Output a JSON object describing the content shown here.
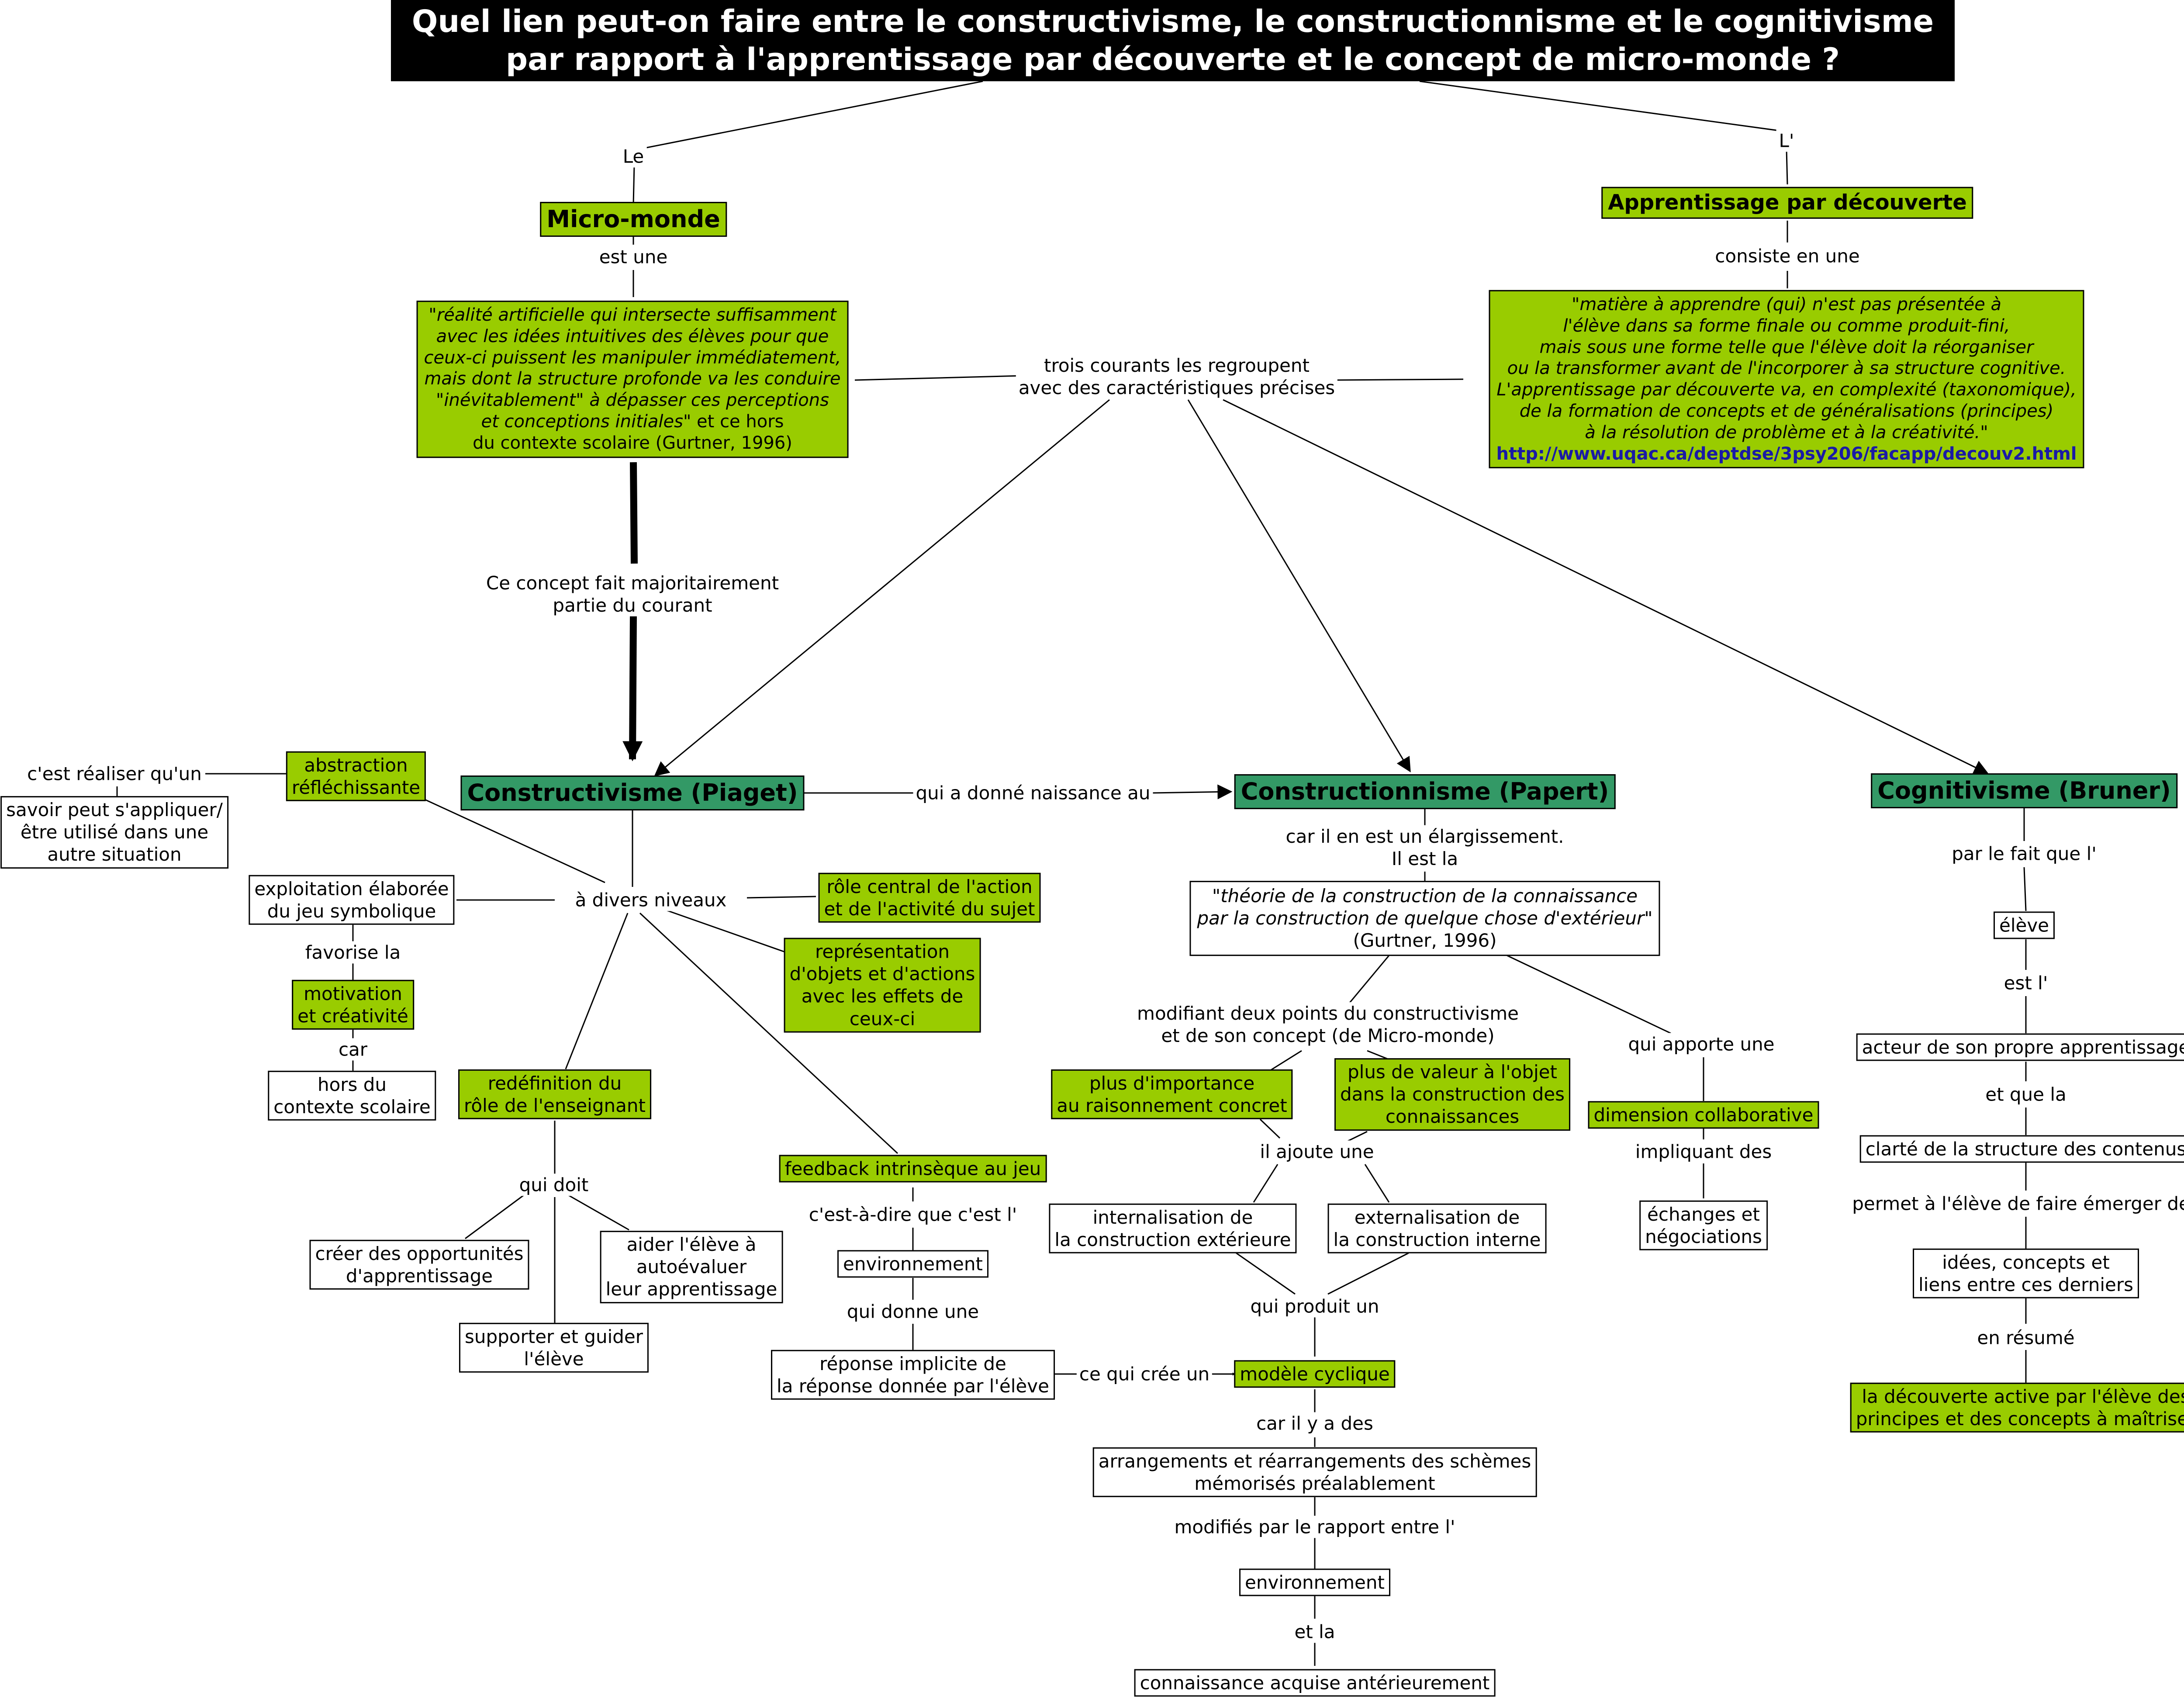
{
  "title": {
    "line1": "Quel lien peut-on faire entre le constructivisme, le constructionnisme et le cognitivisme",
    "line2": "par rapport à l'apprentissage par découverte et le concept de micro-monde ?"
  },
  "colors": {
    "title_bg": "#000000",
    "green": "#99cc00",
    "teal": "#339966",
    "white": "#ffffff",
    "url": "#1a1aa6"
  },
  "nodes": {
    "micro_monde": "Micro-monde",
    "apprentissage": "Apprentissage par découverte",
    "mm_def": {
      "l1": "\"réalité artificielle qui intersecte suffisamment",
      "l2": "avec les idées intuitives des élèves pour que",
      "l3": "ceux-ci puissent les manipuler immédiatement,",
      "l4": "mais dont la structure profonde va les conduire",
      "l5": "\"inévitablement\" à dépasser ces perceptions",
      "l6a": "et conceptions initiales\"",
      "l6b": " et ce hors",
      "l7": "du contexte scolaire (Gurtner, 1996)"
    },
    "app_def": {
      "l1": "\"matière à apprendre (qui) n'est pas présentée à",
      "l2": "l'élève dans sa forme finale ou comme produit-fini,",
      "l3": "mais sous une forme telle que l'élève doit la réorganiser",
      "l4": "ou la transformer avant de l'incorporer à sa structure cognitive.",
      "l5": "L'apprentissage par découverte va, en complexité (taxonomique),",
      "l6": "de la formation de concepts et de généralisations (principes)",
      "l7": "à la résolution de problème et à la créativité.\"",
      "url": "http://www.uqac.ca/deptdse/3psy206/facapp/decouv2.html"
    },
    "constructivisme": "Constructivisme (Piaget)",
    "constructionnisme": "Constructionnisme (Papert)",
    "cognitivisme": "Cognitivisme (Bruner)",
    "abstraction": {
      "l1": "abstraction",
      "l2": "réfléchissante"
    },
    "savoir": {
      "l1": "savoir peut s'appliquer/",
      "l2": "être utilisé dans une",
      "l3": "autre situation"
    },
    "exploitation": {
      "l1": "exploitation élaborée",
      "l2": "du jeu symbolique"
    },
    "motivation": {
      "l1": "motivation",
      "l2": "et créativité"
    },
    "hors_contexte": {
      "l1": "hors du",
      "l2": "contexte scolaire"
    },
    "role_central": {
      "l1": "rôle central de l'action",
      "l2": "et de l'activité du sujet"
    },
    "representation": {
      "l1": "représentation",
      "l2": "d'objets et d'actions",
      "l3": "avec les effets de",
      "l4": "ceux-ci"
    },
    "redefinition": {
      "l1": "redéfinition du",
      "l2": "rôle de l'enseignant"
    },
    "creer": {
      "l1": "créer des opportunités",
      "l2": "d'apprentissage"
    },
    "aider": {
      "l1": "aider l'élève à",
      "l2": "autoévaluer",
      "l3": "leur apprentissage"
    },
    "supporter": {
      "l1": "supporter et guider",
      "l2": "l'élève"
    },
    "feedback": "feedback intrinsèque au jeu",
    "environnement1": "environnement",
    "reponse": {
      "l1": "réponse implicite de",
      "l2": "la réponse donnée par l'élève"
    },
    "theorie": {
      "l1": "\"théorie de la construction de la connaissance",
      "l2": "par la construction de quelque chose d'extérieur\"",
      "l3": "(Gurtner, 1996)"
    },
    "plus_importance": {
      "l1": "plus d'importance",
      "l2": "au raisonnement concret"
    },
    "plus_valeur": {
      "l1": "plus de valeur à l'objet",
      "l2": "dans la construction des",
      "l3": "connaissances"
    },
    "dimension": "dimension collaborative",
    "echanges": {
      "l1": "échanges et",
      "l2": "négociations"
    },
    "internalisation": {
      "l1": "internalisation de",
      "l2": "la construction extérieure"
    },
    "externalisation": {
      "l1": "externalisation de",
      "l2": "la construction interne"
    },
    "modele": "modèle cyclique",
    "arrangements": {
      "l1": "arrangements et réarrangements des schèmes",
      "l2": "mémorisés préalablement"
    },
    "environnement2": "environnement",
    "connaissance": "connaissance acquise antérieurement",
    "eleve": "élève",
    "acteur": "acteur de son propre apprentissage",
    "clarte": "clarté de la structure des contenus",
    "idees": {
      "l1": "idées, concepts et",
      "l2": "liens entre ces derniers"
    },
    "decouverte": {
      "l1": "la découverte active par l'élève des",
      "l2": "principes et des concepts à maîtriser"
    }
  },
  "labels": {
    "le": "Le",
    "l_apos": "L'",
    "est_une": "est une",
    "consiste": "consiste en une",
    "trois_courants": {
      "l1": "trois courants les regroupent",
      "l2": "avec des caractéristiques précises"
    },
    "ce_concept": {
      "l1": "Ce concept fait majoritairement",
      "l2": "partie du courant"
    },
    "qui_a_donne": "qui a donné naissance au",
    "cest_realiser": "c'est réaliser qu'un",
    "a_divers": "à divers niveaux",
    "favorise": "favorise la",
    "car": "car",
    "qui_doit": "qui doit",
    "cest_a_dire": "c'est-à-dire que c'est l'",
    "qui_donne": "qui donne une",
    "ce_qui_cree": "ce qui crée un",
    "car_il_en_est": {
      "l1": "car il en est un élargissement.",
      "l2": "Il est la"
    },
    "modifiant": {
      "l1": "modifiant deux points du constructivisme",
      "l2": "et de son concept (de Micro-monde)"
    },
    "qui_apporte": "qui apporte une",
    "il_ajoute": "il ajoute une",
    "impliquant": "impliquant des",
    "qui_produit": "qui produit un",
    "car_il_y_a": "car il y a des",
    "modifies": "modifiés par le rapport entre l'",
    "et_la": "et la",
    "par_le_fait": "par le fait que l'",
    "est_l": "est l'",
    "et_que_la": "et que la",
    "permet": "permet à l'élève de faire émerger des",
    "en_resume": "en résumé"
  }
}
